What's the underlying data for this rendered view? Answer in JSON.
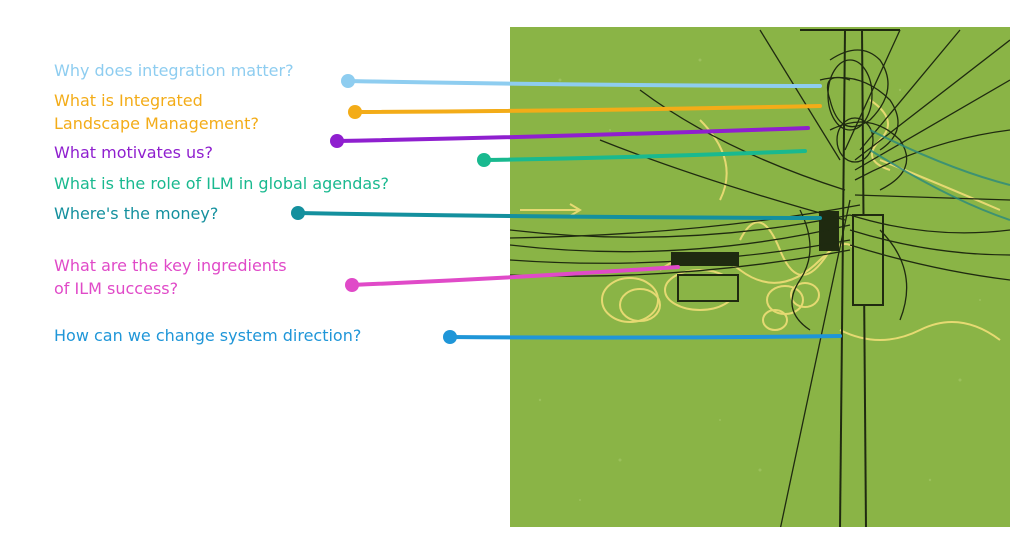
{
  "questions": [
    {
      "id": "integration",
      "text": "Why does integration matter?",
      "color": "#8ecdf0"
    },
    {
      "id": "ilm",
      "text": "What is Integrated\nLandscape Management?",
      "color": "#f3ac18"
    },
    {
      "id": "motivates",
      "text": "What motivates us?",
      "color": "#8f1fcf"
    },
    {
      "id": "global",
      "text": "What is the role of ILM in global agendas?",
      "color": "#19b98f"
    },
    {
      "id": "money",
      "text": "Where's the money?",
      "color": "#14909e"
    },
    {
      "id": "ingredients",
      "text": "What are the key ingredients\nof ILM success?",
      "color": "#e04ac8"
    },
    {
      "id": "direction",
      "text": "How can we change system direction?",
      "color": "#1f96d8"
    }
  ],
  "illustration": {
    "subject": "utility pole with tangled power lines",
    "background_color": "#8ab446",
    "wire_color": "#1f2a10",
    "accent_color": "#f6e07a"
  }
}
